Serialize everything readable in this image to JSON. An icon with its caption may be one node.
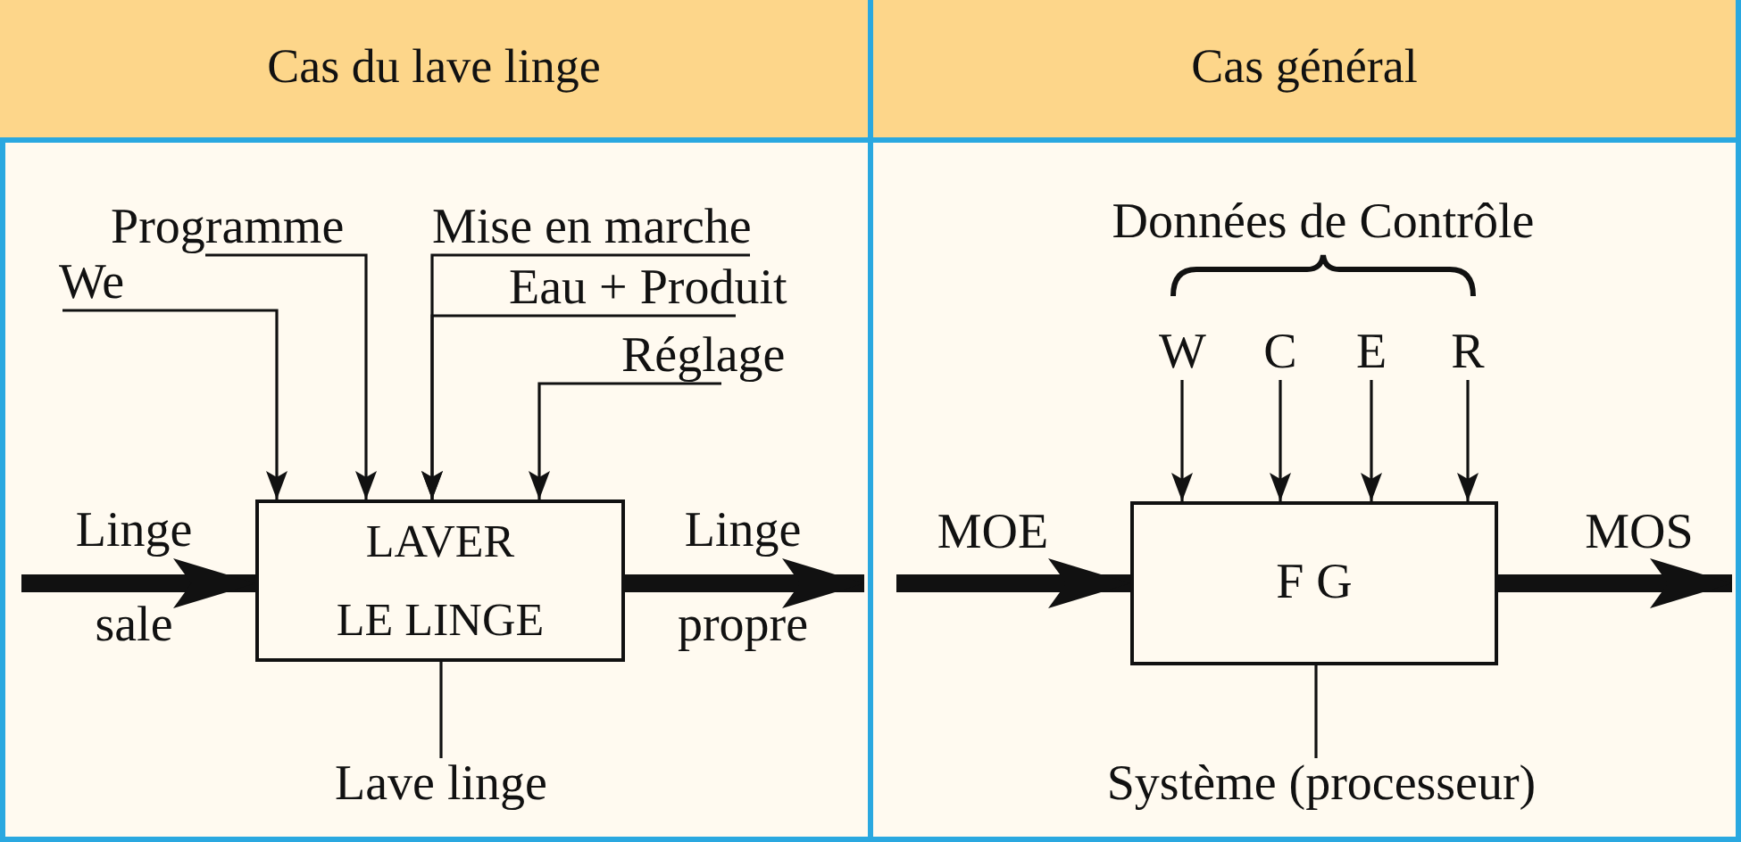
{
  "diagram": {
    "nodes": [
      {
        "text": [
          "Cas du lave linge"
        ]
      },
      {
        "text": [
          "Cas général"
        ]
      },
      {
        "text": [
          "LAVER LE LINGE"
        ]
      },
      {
        "text": [
          "We"
        ]
      },
      {
        "text": [
          "Programme"
        ]
      },
      {
        "text": [
          "Mise en marche"
        ]
      },
      {
        "text": [
          "Eau + Produit"
        ]
      },
      {
        "text": [
          "Réglage"
        ]
      },
      {
        "text": [
          "Lave linge"
        ]
      },
      {
        "text": [
          "W"
        ]
      },
      {
        "text": [
          "C"
        ]
      },
      {
        "text": [
          "E"
        ]
      },
      {
        "text": [
          "R"
        ]
      },
      {
        "text": [
          "F G"
        ]
      },
      {
        "text": [
          "Système (processeur)"
        ]
      }
    ],
    "edges": [
      {
        "from": null,
        "to": 2,
        "arrow": "to",
        "label": "Linge sale",
        "style": "thick"
      },
      {
        "from": 3,
        "to": 2,
        "arrow": "to"
      },
      {
        "from": 4,
        "to": 2,
        "arrow": "to"
      },
      {
        "from": 5,
        "to": 2,
        "arrow": "to"
      },
      {
        "from": 6,
        "to": 2,
        "arrow": "to"
      },
      {
        "from": 7,
        "to": 2,
        "arrow": "to"
      },
      {
        "from": 2,
        "to": null,
        "arrow": "to",
        "label": "Linge propre",
        "style": "thick"
      },
      {
        "from": 8,
        "to": 2,
        "arrow": "none"
      },
      {
        "from": null,
        "to": 13,
        "arrow": "to",
        "label": "MOE",
        "style": "thick"
      },
      {
        "from": 9,
        "to": 13,
        "arrow": "to"
      },
      {
        "from": 10,
        "to": 13,
        "arrow": "to"
      },
      {
        "from": 11,
        "to": 13,
        "arrow": "to"
      },
      {
        "from": 12,
        "to": 13,
        "arrow": "to"
      },
      {
        "from": 13,
        "to": null,
        "arrow": "to",
        "label": "MOS",
        "style": "thick"
      },
      {
        "from": 14,
        "to": 13,
        "arrow": "none"
      }
    ],
    "labels": [
      "Données de Contrôle"
    ]
  }
}
